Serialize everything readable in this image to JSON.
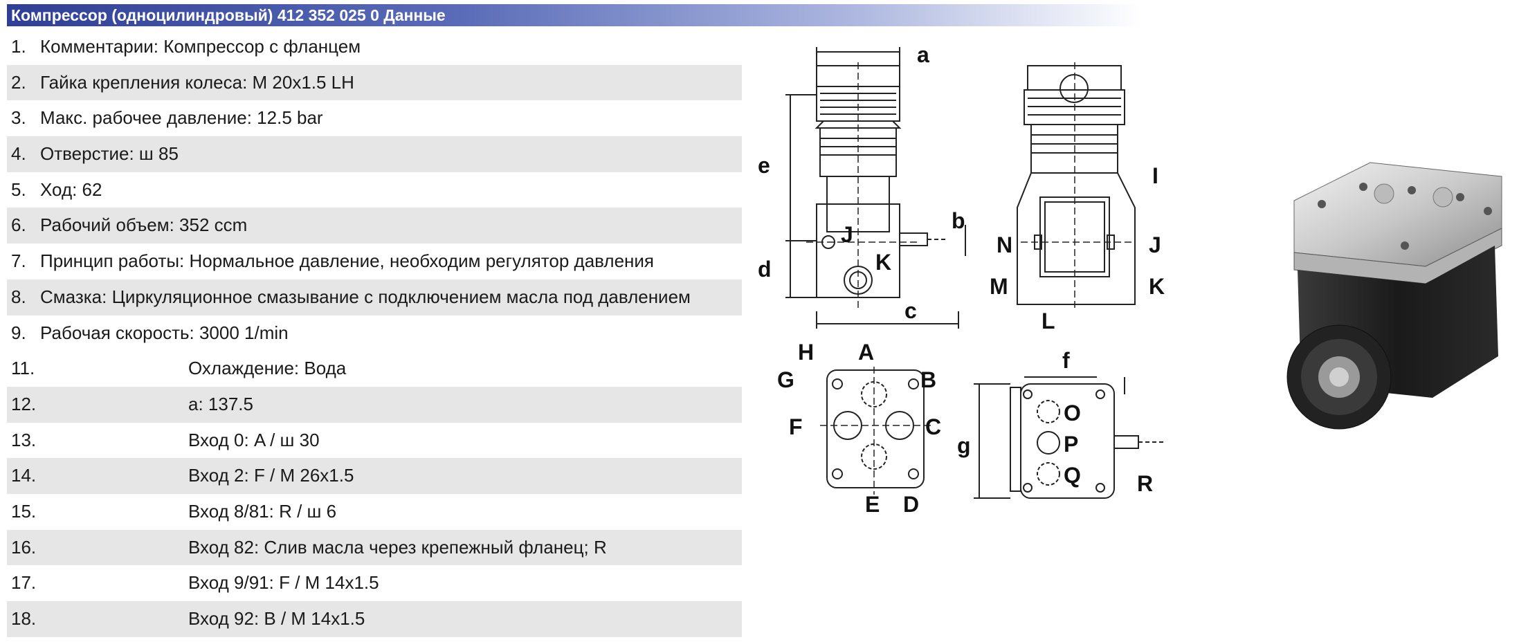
{
  "title": "Компрессор (одноцилиндровый) 412 352 025 0 Данные",
  "rows": [
    {
      "num": "1.",
      "text": "Комментарии: Компрессор с фланцем"
    },
    {
      "num": "2.",
      "text": "Гайка крепления колеса: M 20x1.5 LH"
    },
    {
      "num": "3.",
      "text": "Макс. рабочее давление: 12.5 bar"
    },
    {
      "num": "4.",
      "text": "Отверстие: ш 85"
    },
    {
      "num": "5.",
      "text": "Ход: 62"
    },
    {
      "num": "6.",
      "text": "Рабочий объем: 352 ccm"
    },
    {
      "num": "7.",
      "text": "Принцип работы: Нормальное давление, необходим регулятор давления"
    },
    {
      "num": "8.",
      "text": "Смазка: Циркуляционное смазывание с подключением масла под давлением"
    },
    {
      "num": "9.",
      "text": "Рабочая скорость: 3000 1/min"
    },
    {
      "num": "11.",
      "text": "Охлаждение: Вода"
    },
    {
      "num": "12.",
      "text": "a: 137.5"
    },
    {
      "num": "13.",
      "text": "Вход 0: A / ш 30"
    },
    {
      "num": "14.",
      "text": "Вход 2: F / M 26x1.5"
    },
    {
      "num": "15.",
      "text": "Вход 8/81: R / ш 6"
    },
    {
      "num": "16.",
      "text": "Вход 82: Слив масла через крепежный фланец; R"
    },
    {
      "num": "17.",
      "text": "Вход 9/91: F / M 14x1.5"
    },
    {
      "num": "18.",
      "text": "Вход 92: B / M 14x1.5"
    }
  ],
  "drawing_labels": {
    "a": "a",
    "b": "b",
    "c": "c",
    "d": "d",
    "e": "e",
    "f": "f",
    "g": "g",
    "A": "A",
    "B": "B",
    "C": "C",
    "D": "D",
    "E": "E",
    "F": "F",
    "G": "G",
    "H": "H",
    "I": "I",
    "J": "J",
    "K": "K",
    "L": "L",
    "M": "M",
    "N": "N",
    "O": "O",
    "P": "P",
    "Q": "Q",
    "R": "R"
  }
}
